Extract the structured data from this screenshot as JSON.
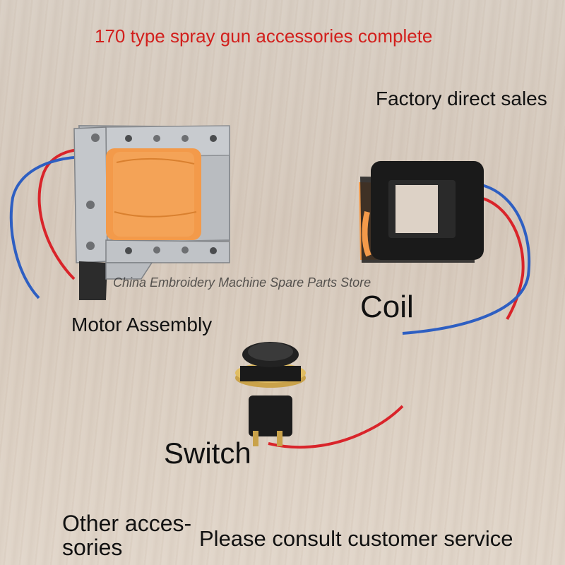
{
  "title": "170 type spray gun accessories complete",
  "factory": "Factory direct sales",
  "watermark": "China Embroidery Machine Spare Parts Store",
  "motor_label": "Motor Assembly",
  "coil_label": "Coil",
  "switch_label": "Switch",
  "other_label": "Other acces-sories",
  "consult": "Please consult customer service",
  "colors": {
    "title_red": "#d21f1c",
    "coil_orange": "#f39a4a",
    "wire_red": "#d9242a",
    "wire_blue": "#2e5fc2"
  }
}
